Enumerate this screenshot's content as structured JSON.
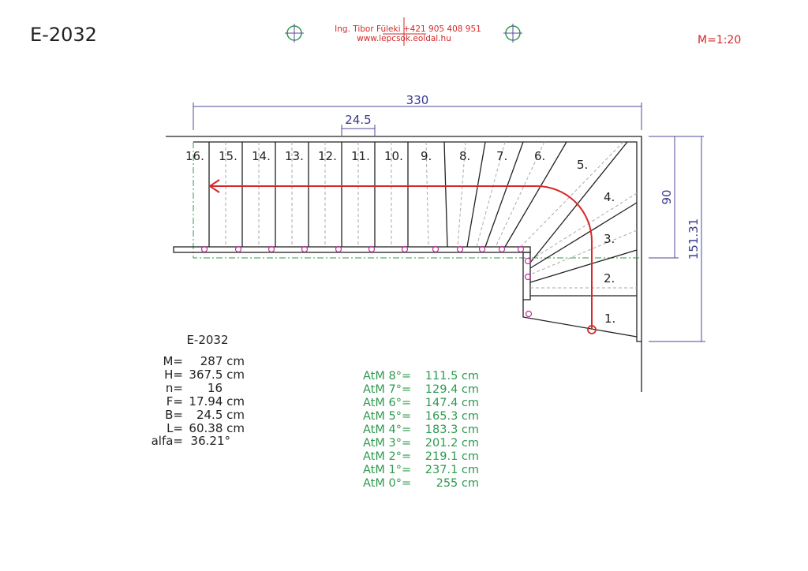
{
  "header": {
    "drawing_id": "E-2032",
    "author_line": "Ing. Tibor Füleki  +421 905 408 951",
    "website": "www.lepcsok.eoldal.hu",
    "scale": "M=1:20"
  },
  "dimensions": {
    "total_width": "330",
    "tread_width": "24.5",
    "landing_depth": "90",
    "total_depth": "151.31"
  },
  "step_labels": [
    "1.",
    "2.",
    "3.",
    "4.",
    "5.",
    "6.",
    "7.",
    "8.",
    "9.",
    "10.",
    "11.",
    "12.",
    "13.",
    "14.",
    "15.",
    "16."
  ],
  "specs": {
    "title": "E-2032",
    "rows": [
      {
        "label": "M=",
        "value": "287 cm"
      },
      {
        "label": "H=",
        "value": "367.5 cm"
      },
      {
        "label": "n=",
        "value": "16"
      },
      {
        "label": "F=",
        "value": "17.94 cm"
      },
      {
        "label": "B=",
        "value": "24.5 cm"
      },
      {
        "label": "L=",
        "value": "60.38 cm"
      },
      {
        "label": "alfa=",
        "value": "36.21°"
      }
    ]
  },
  "atm": [
    {
      "label": "AtM 8°=",
      "value": "111.5 cm"
    },
    {
      "label": "AtM 7°=",
      "value": "129.4 cm"
    },
    {
      "label": "AtM 6°=",
      "value": "147.4 cm"
    },
    {
      "label": "AtM 5°=",
      "value": "165.3 cm"
    },
    {
      "label": "AtM 4°=",
      "value": "183.3 cm"
    },
    {
      "label": "AtM 3°=",
      "value": "201.2 cm"
    },
    {
      "label": "AtM 2°=",
      "value": "219.1 cm"
    },
    {
      "label": "AtM 1°=",
      "value": "237.1 cm"
    },
    {
      "label": "AtM 0°=",
      "value": "255 cm"
    }
  ],
  "colors": {
    "walkline": "#d62828",
    "atm": "#2e9a4e",
    "dimension": "#4a4a9a",
    "baluster": "#c0309a"
  }
}
